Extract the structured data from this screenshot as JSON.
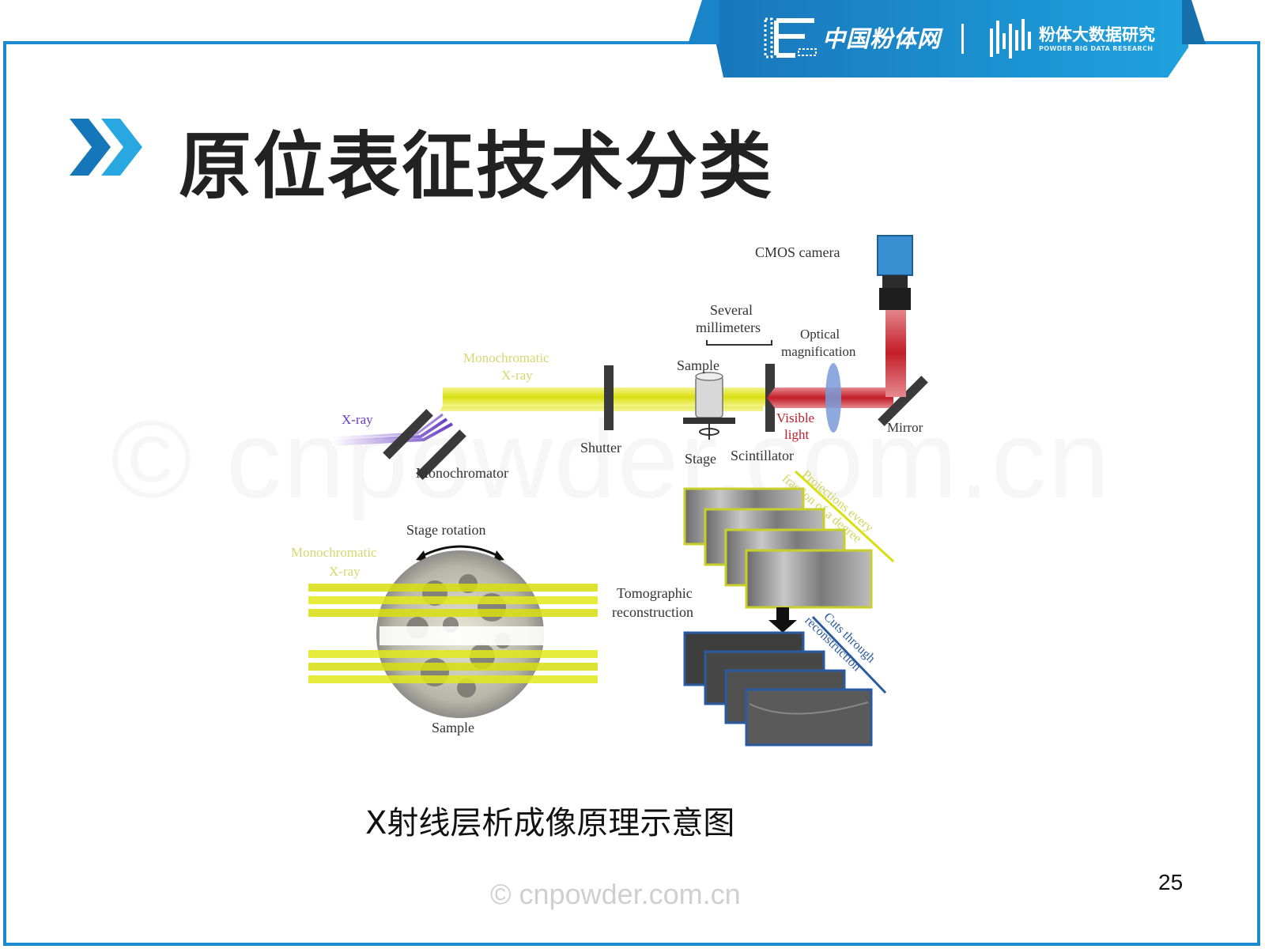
{
  "header": {
    "brand_primary": "中国粉体网",
    "brand_secondary": "粉体大数据研究",
    "brand_secondary_sub": "POWDER BIG DATA RESEARCH",
    "logo_icon": "cnpowder-f-logo-icon",
    "bar_icon": "data-bars-icon"
  },
  "slide": {
    "title": "原位表征技术分类",
    "title_icon": "double-chevron-right-icon",
    "caption": "X射线层析成像原理示意图",
    "page_number": "25",
    "watermark": "© cnpowder.com.cn"
  },
  "diagram": {
    "labels": {
      "cmos_camera": "CMOS camera",
      "several": "Several",
      "millimeters": "millimeters",
      "optical": "Optical",
      "magnification": "magnification",
      "mono_xray_1": "Monochromatic",
      "mono_xray_2": "X-ray",
      "sample_top": "Sample",
      "xray": "X-ray",
      "visible": "Visible",
      "light": "light",
      "mirror": "Mirror",
      "shutter": "Shutter",
      "stage": "Stage",
      "scintillator": "Scintillator",
      "monochromator": "Monochromator",
      "projections": "Projections every",
      "fraction": "fraction of a degree",
      "stage_rotation": "Stage rotation",
      "mono_xray_b1": "Monochromatic",
      "mono_xray_b2": "X-ray",
      "tomo_1": "Tomographic",
      "tomo_2": "reconstruction",
      "cuts": "Cuts through",
      "reconstruction": "reconstruction",
      "sample_bottom": "Sample"
    }
  },
  "colors": {
    "accent_blue": "#1c8ad0",
    "banner_dark": "#1676b8",
    "xray_yellow": "#e3e81a",
    "xray_purple": "#6a3fc4",
    "visible_red": "#c41e2a"
  }
}
